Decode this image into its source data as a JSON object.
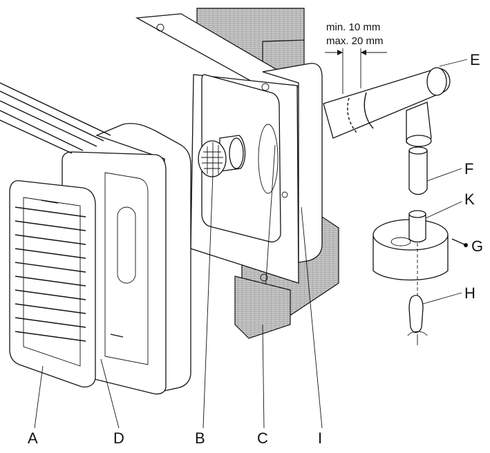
{
  "labels": {
    "A": "A",
    "B": "B",
    "C": "C",
    "D": "D",
    "E": "E",
    "F": "F",
    "G": "G",
    "H": "H",
    "I": "I",
    "K": "K"
  },
  "dimension": {
    "min": "min. 10 mm",
    "max": "max. 20 mm"
  }
}
